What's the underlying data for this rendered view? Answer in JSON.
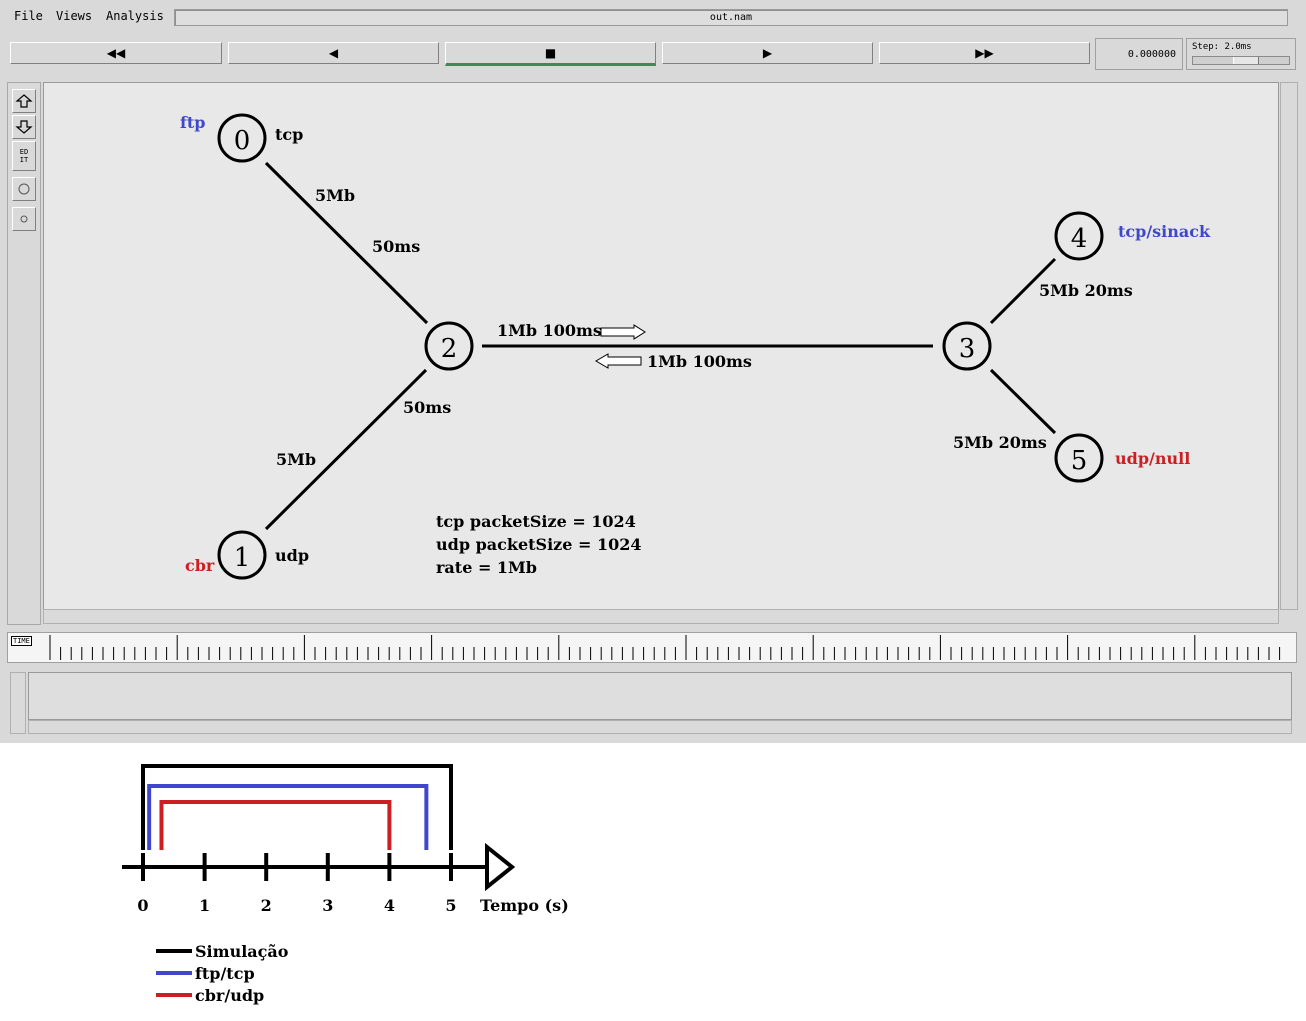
{
  "menu": {
    "file": "File",
    "views": "Views",
    "analysis": "Analysis"
  },
  "window_title": "out.nam",
  "toolbar": {
    "rewind": "◀◀",
    "back": "◀",
    "stop": "■",
    "play": "▶",
    "fastforward": "▶▶",
    "time": "0.000000",
    "step": "Step: 2.0ms"
  },
  "side_tools": {
    "edit": "EDIT"
  },
  "timeline_label": "TIME",
  "nodes": [
    {
      "id": "0",
      "agent": "tcp",
      "app": "ftp"
    },
    {
      "id": "1",
      "agent": "udp",
      "app": "cbr"
    },
    {
      "id": "2"
    },
    {
      "id": "3"
    },
    {
      "id": "4",
      "agent": "tcp/sinack"
    },
    {
      "id": "5",
      "agent": "udp/null"
    }
  ],
  "links": {
    "n0_n2_bw": "5Mb",
    "n0_n2_delay": "50ms",
    "n1_n2_bw": "5Mb",
    "n1_n2_delay": "50ms",
    "n2_n3_fwd": "1Mb 100ms",
    "n2_n3_rev": "1Mb 100ms",
    "n3_n4": "5Mb 20ms",
    "n3_n5": "5Mb 20ms"
  },
  "params": [
    "tcp packetSize = 1024",
    "udp packetSize = 1024",
    "rate = 1Mb"
  ],
  "colors": {
    "blue": "#3f48cc",
    "red": "#cc1f24",
    "black": "#000000"
  },
  "timeline_chart": {
    "axis_label": "Tempo (s)",
    "ticks": [
      "0",
      "1",
      "2",
      "3",
      "4",
      "5"
    ],
    "intervals": [
      {
        "name": "Simulação",
        "start": 0,
        "end": 5
      },
      {
        "name": "ftp/tcp",
        "start": 0.1,
        "end": 4.6
      },
      {
        "name": "cbr/udp",
        "start": 0.3,
        "end": 4.0
      }
    ]
  }
}
